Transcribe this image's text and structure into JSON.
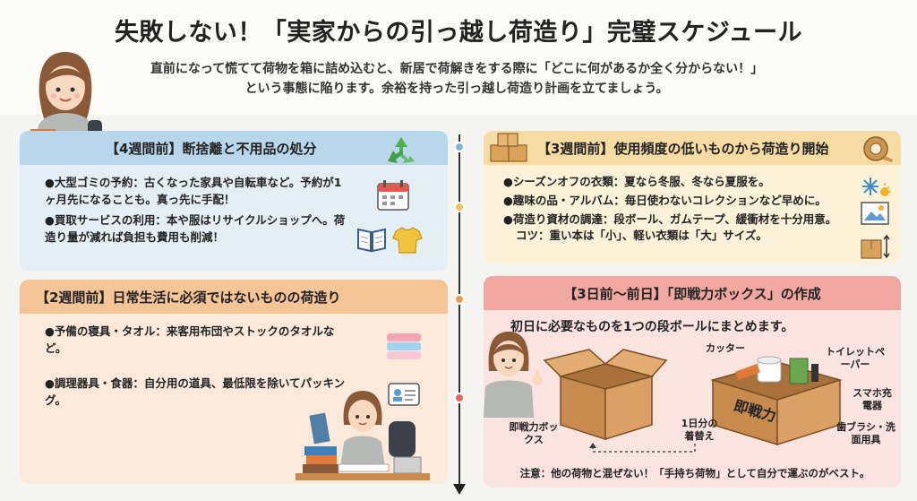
{
  "header": {
    "title": "失敗しない！「実家からの引っ越し荷造り」完璧スケジュール",
    "intro_line1": "直前になって慌てて荷物を箱に詰め込むと、新居で荷解きをする際に「どこに何があるか全く分からない！」",
    "intro_line2": "という事態に陥ります。余裕を持った引っ越し荷造り計画を立てましょう。"
  },
  "sections": [
    {
      "heading": "【4週間前】断捨離と不用品の処分",
      "bullets": [
        "●大型ゴミの予約：古くなった家具や自転車など。予約が1ヶ月先になることも。真っ先に手配！",
        "●買取サービスの利用：本や服はリサイクルショップへ。荷造り量が減れば負担も費用も削減！"
      ]
    },
    {
      "heading": "【3週間前】使用頻度の低いものから荷造り開始",
      "bullets": [
        "●シーズンオフの衣類：夏なら冬服、冬なら夏服を。",
        "●趣味の品・アルバム：毎日使わないコレクションなど早めに。",
        "●荷造り資材の調達：段ボール、ガムテープ、緩衝材を十分用意。",
        "コツ：重い本は「小」、軽い衣類は「大」サイズ。"
      ]
    },
    {
      "heading": "【2週間前】日常生活に必須ではないものの荷造り",
      "bullets": [
        "●予備の寝具・タオル：来客用布団やストックのタオルなど。",
        "●調理器具・食器：自分用の道具、最低限を除いてパッキング。"
      ]
    },
    {
      "heading": "【3日前〜前日】「即戦力ボックス」の作成",
      "lead": "初日に必要なものを1つの段ボールにまとめます。",
      "labels": {
        "box_left": "即戦力ボックス",
        "box_right": "即戦力",
        "cutter": "カッター",
        "toilet_paper": "トイレットペーパー",
        "phone_charger": "スマホ充電器",
        "toothbrush": "歯ブラシ・洗面用具",
        "clothes": "1日分の着替え"
      },
      "note": "注意：他の荷物と混ぜない！「手持ち荷物」として自分で運ぶのがベスト。"
    }
  ],
  "colors": {
    "blue": "#b9d7ea",
    "yellow": "#f6dca2",
    "orange": "#f5c497",
    "red": "#f0a8a1"
  },
  "icons": [
    "recycle-icon",
    "calendar-icon",
    "book-icon",
    "tshirt-icon",
    "boxes-icon",
    "tape-icon",
    "snow-sun-icon",
    "photo-icon",
    "box-arrows-icon",
    "towel-icon",
    "id-card-icon"
  ]
}
